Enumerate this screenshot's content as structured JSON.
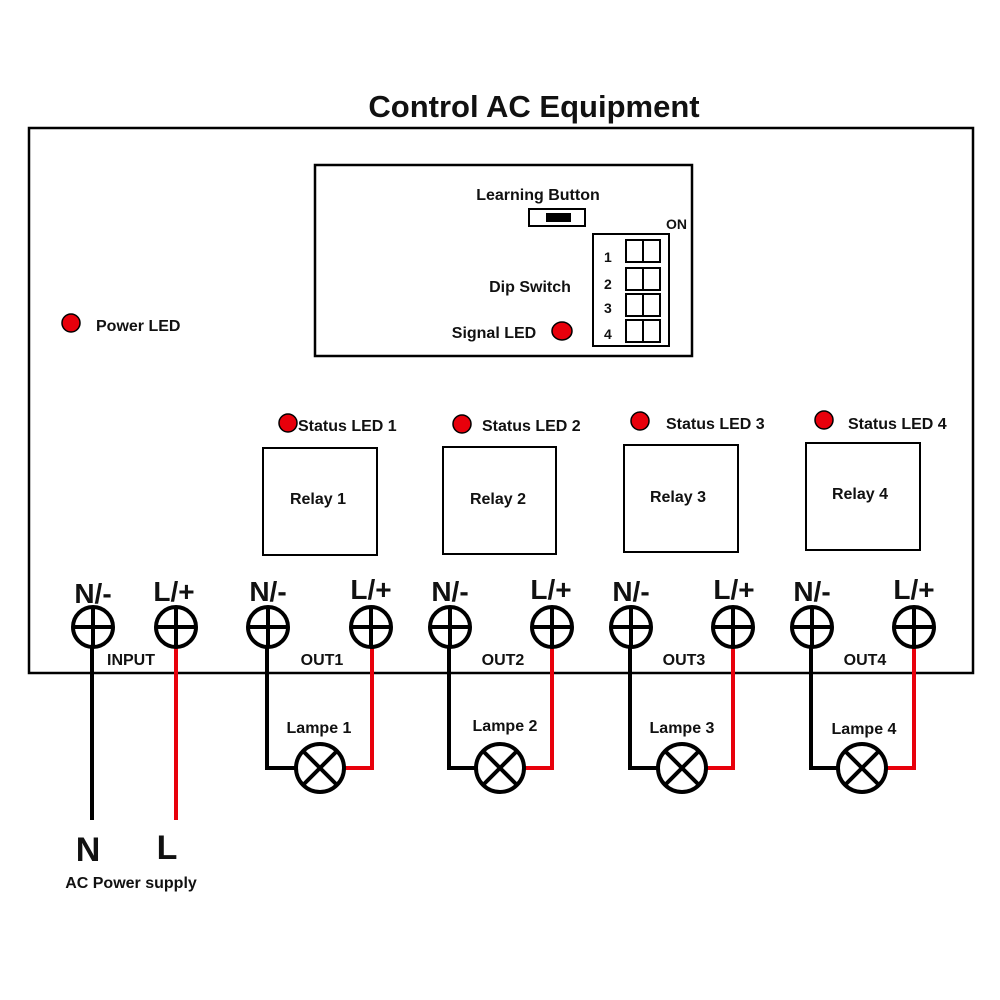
{
  "title": "Control AC Equipment",
  "panel": {
    "learning_button_label": "Learning Button",
    "on_label": "ON",
    "dip_switch_label": "Dip Switch",
    "dip_numbers": [
      "1",
      "2",
      "3",
      "4"
    ],
    "signal_led_label": "Signal LED",
    "power_led_label": "Power LED"
  },
  "input": {
    "label": "INPUT",
    "n_label": "N/-",
    "l_label": "L/+"
  },
  "outputs": [
    {
      "status": "Status LED 1",
      "relay": "Relay 1",
      "out": "OUT1",
      "n": "N/-",
      "l": "L/+",
      "lamp": "Lampe 1"
    },
    {
      "status": "Status LED 2",
      "relay": "Relay 2",
      "out": "OUT2",
      "n": "N/-",
      "l": "L/+",
      "lamp": "Lampe 2"
    },
    {
      "status": "Status LED 3",
      "relay": "Relay 3",
      "out": "OUT3",
      "n": "N/-",
      "l": "L/+",
      "lamp": "Lampe 3"
    },
    {
      "status": "Status LED 4",
      "relay": "Relay 4",
      "out": "OUT4",
      "n": "N/-",
      "l": "L/+",
      "lamp": "Lampe 4"
    }
  ],
  "supply": {
    "n": "N",
    "l": "L",
    "label": "AC Power supply"
  },
  "colors": {
    "led": "#e8000b",
    "live_wire": "#e8000b",
    "neutral_wire": "#000000"
  }
}
